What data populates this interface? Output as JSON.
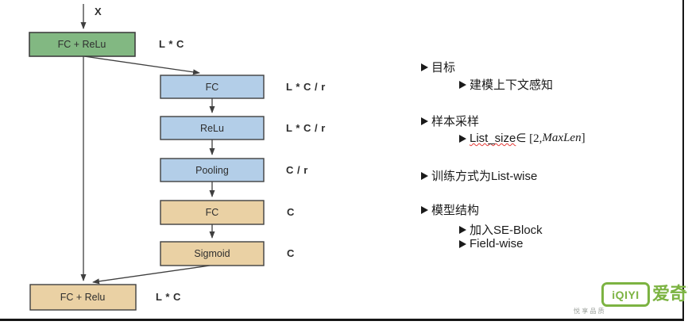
{
  "diagram": {
    "input_label": "X",
    "nodes": [
      {
        "id": "fc-relu-top",
        "label": "FC + ReLu",
        "dim": "L * C",
        "color_key": "green"
      },
      {
        "id": "fc-reduce",
        "label": "FC",
        "dim": "L * C / r",
        "color_key": "blue"
      },
      {
        "id": "relu",
        "label": "ReLu",
        "dim": "L * C / r",
        "color_key": "blue"
      },
      {
        "id": "pooling",
        "label": "Pooling",
        "dim": "C / r",
        "color_key": "blue"
      },
      {
        "id": "fc-expand",
        "label": "FC",
        "dim": "C",
        "color_key": "tan"
      },
      {
        "id": "sigmoid",
        "label": "Sigmoid",
        "dim": "C",
        "color_key": "tan"
      },
      {
        "id": "fc-relu-out",
        "label": "FC + Relu",
        "dim": "L * C",
        "color_key": "tan"
      }
    ],
    "colors": {
      "green": "#82b882",
      "blue": "#b3cee8",
      "tan": "#ead1a4",
      "border": "#404040",
      "arrow": "#3f3f3f"
    }
  },
  "notes": {
    "items": [
      {
        "level": 1,
        "text": "目标"
      },
      {
        "level": 2,
        "text": "建模上下文感知"
      },
      {
        "level": 1,
        "text": "样本采样"
      },
      {
        "level": 1,
        "text": "训练方式为List-wise"
      },
      {
        "level": 1,
        "text": "模型结构"
      },
      {
        "level": 2,
        "text": "加入SE-Block"
      },
      {
        "level": 2,
        "text": "Field-wise"
      }
    ],
    "formula": {
      "var": "List_size",
      "middle": " ∈ [2, ",
      "math_var": "MaxLen",
      "end": "]"
    }
  },
  "footer": {
    "logo_text": "iQIYI",
    "brand_name": "爱奇艺",
    "slogan_chars": "悦 享 品 质",
    "brand_color": "#7cb342"
  }
}
